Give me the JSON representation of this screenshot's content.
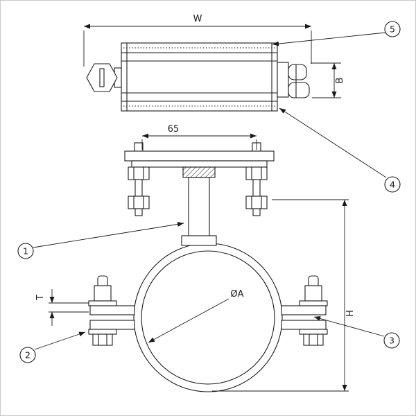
{
  "drawing": {
    "dimension_labels": {
      "width": "W",
      "rail_height": "B",
      "bolt_spacing": "65",
      "pipe_diameter": "ØA",
      "overall_height": "H",
      "band_thickness": "T"
    },
    "callouts": [
      {
        "id": "1"
      },
      {
        "id": "2"
      },
      {
        "id": "3"
      },
      {
        "id": "4"
      },
      {
        "id": "5"
      }
    ],
    "colors": {
      "line": "#1a1a1a",
      "background": "#ffffff",
      "frame": "#c9c9c9"
    }
  }
}
